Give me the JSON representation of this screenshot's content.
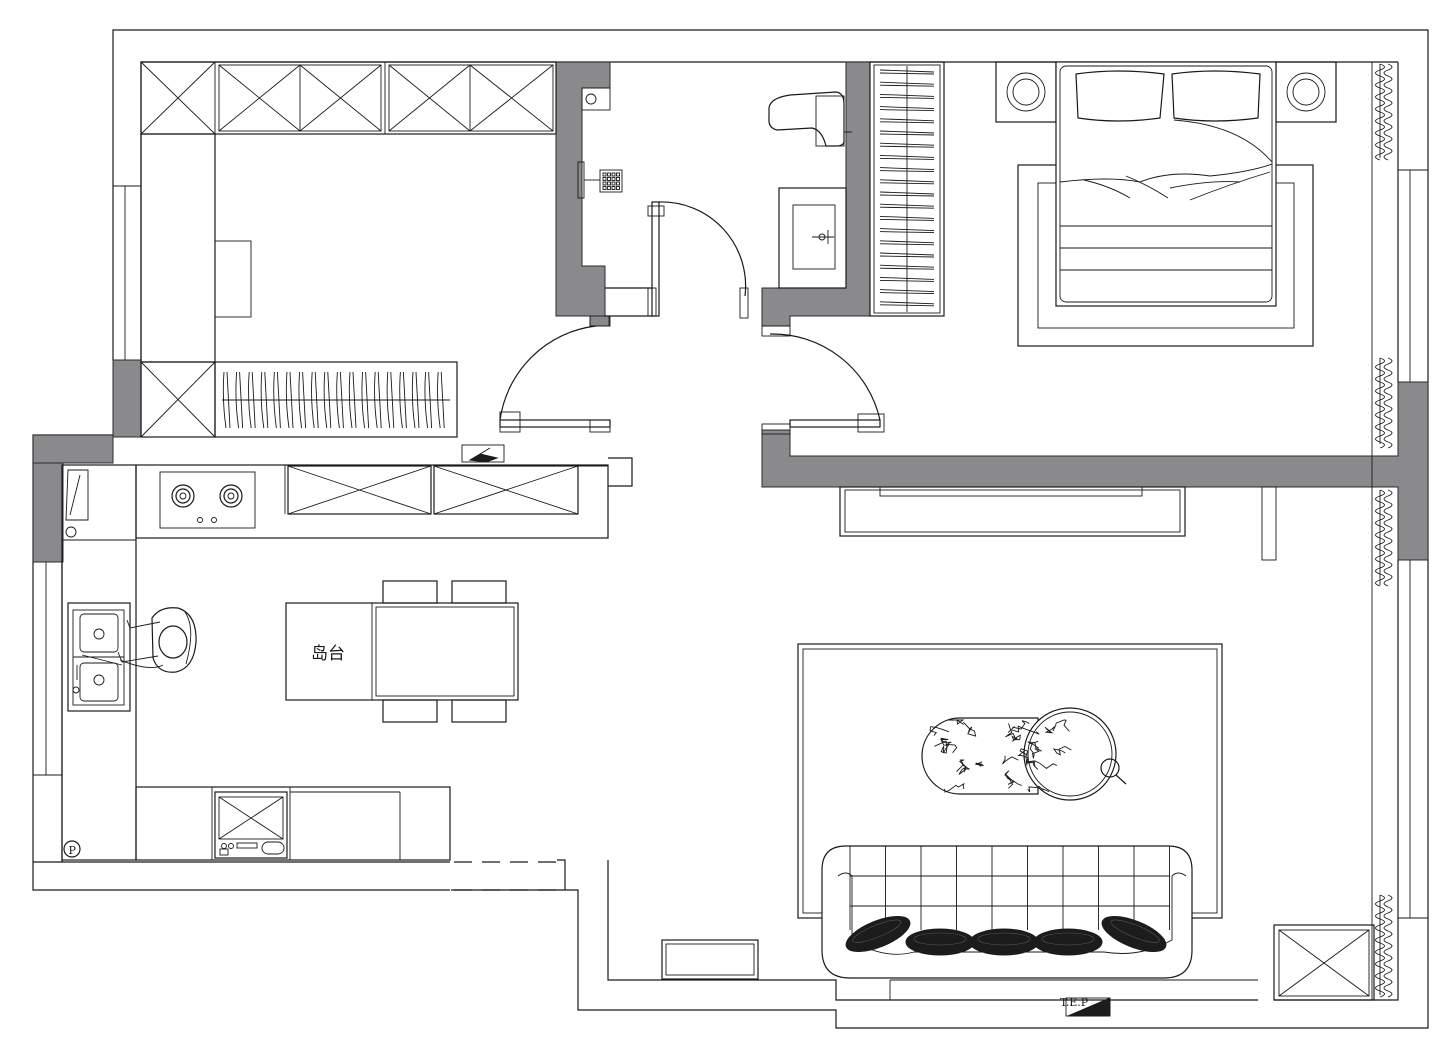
{
  "labels": {
    "island": "岛台",
    "tep": "T.E.P",
    "parking": "P"
  },
  "colors": {
    "wall_fill": "#8a8a8c",
    "line": "#1a1a1a",
    "background": "#ffffff"
  },
  "icons": {
    "zoom": "magnifier-icon"
  }
}
